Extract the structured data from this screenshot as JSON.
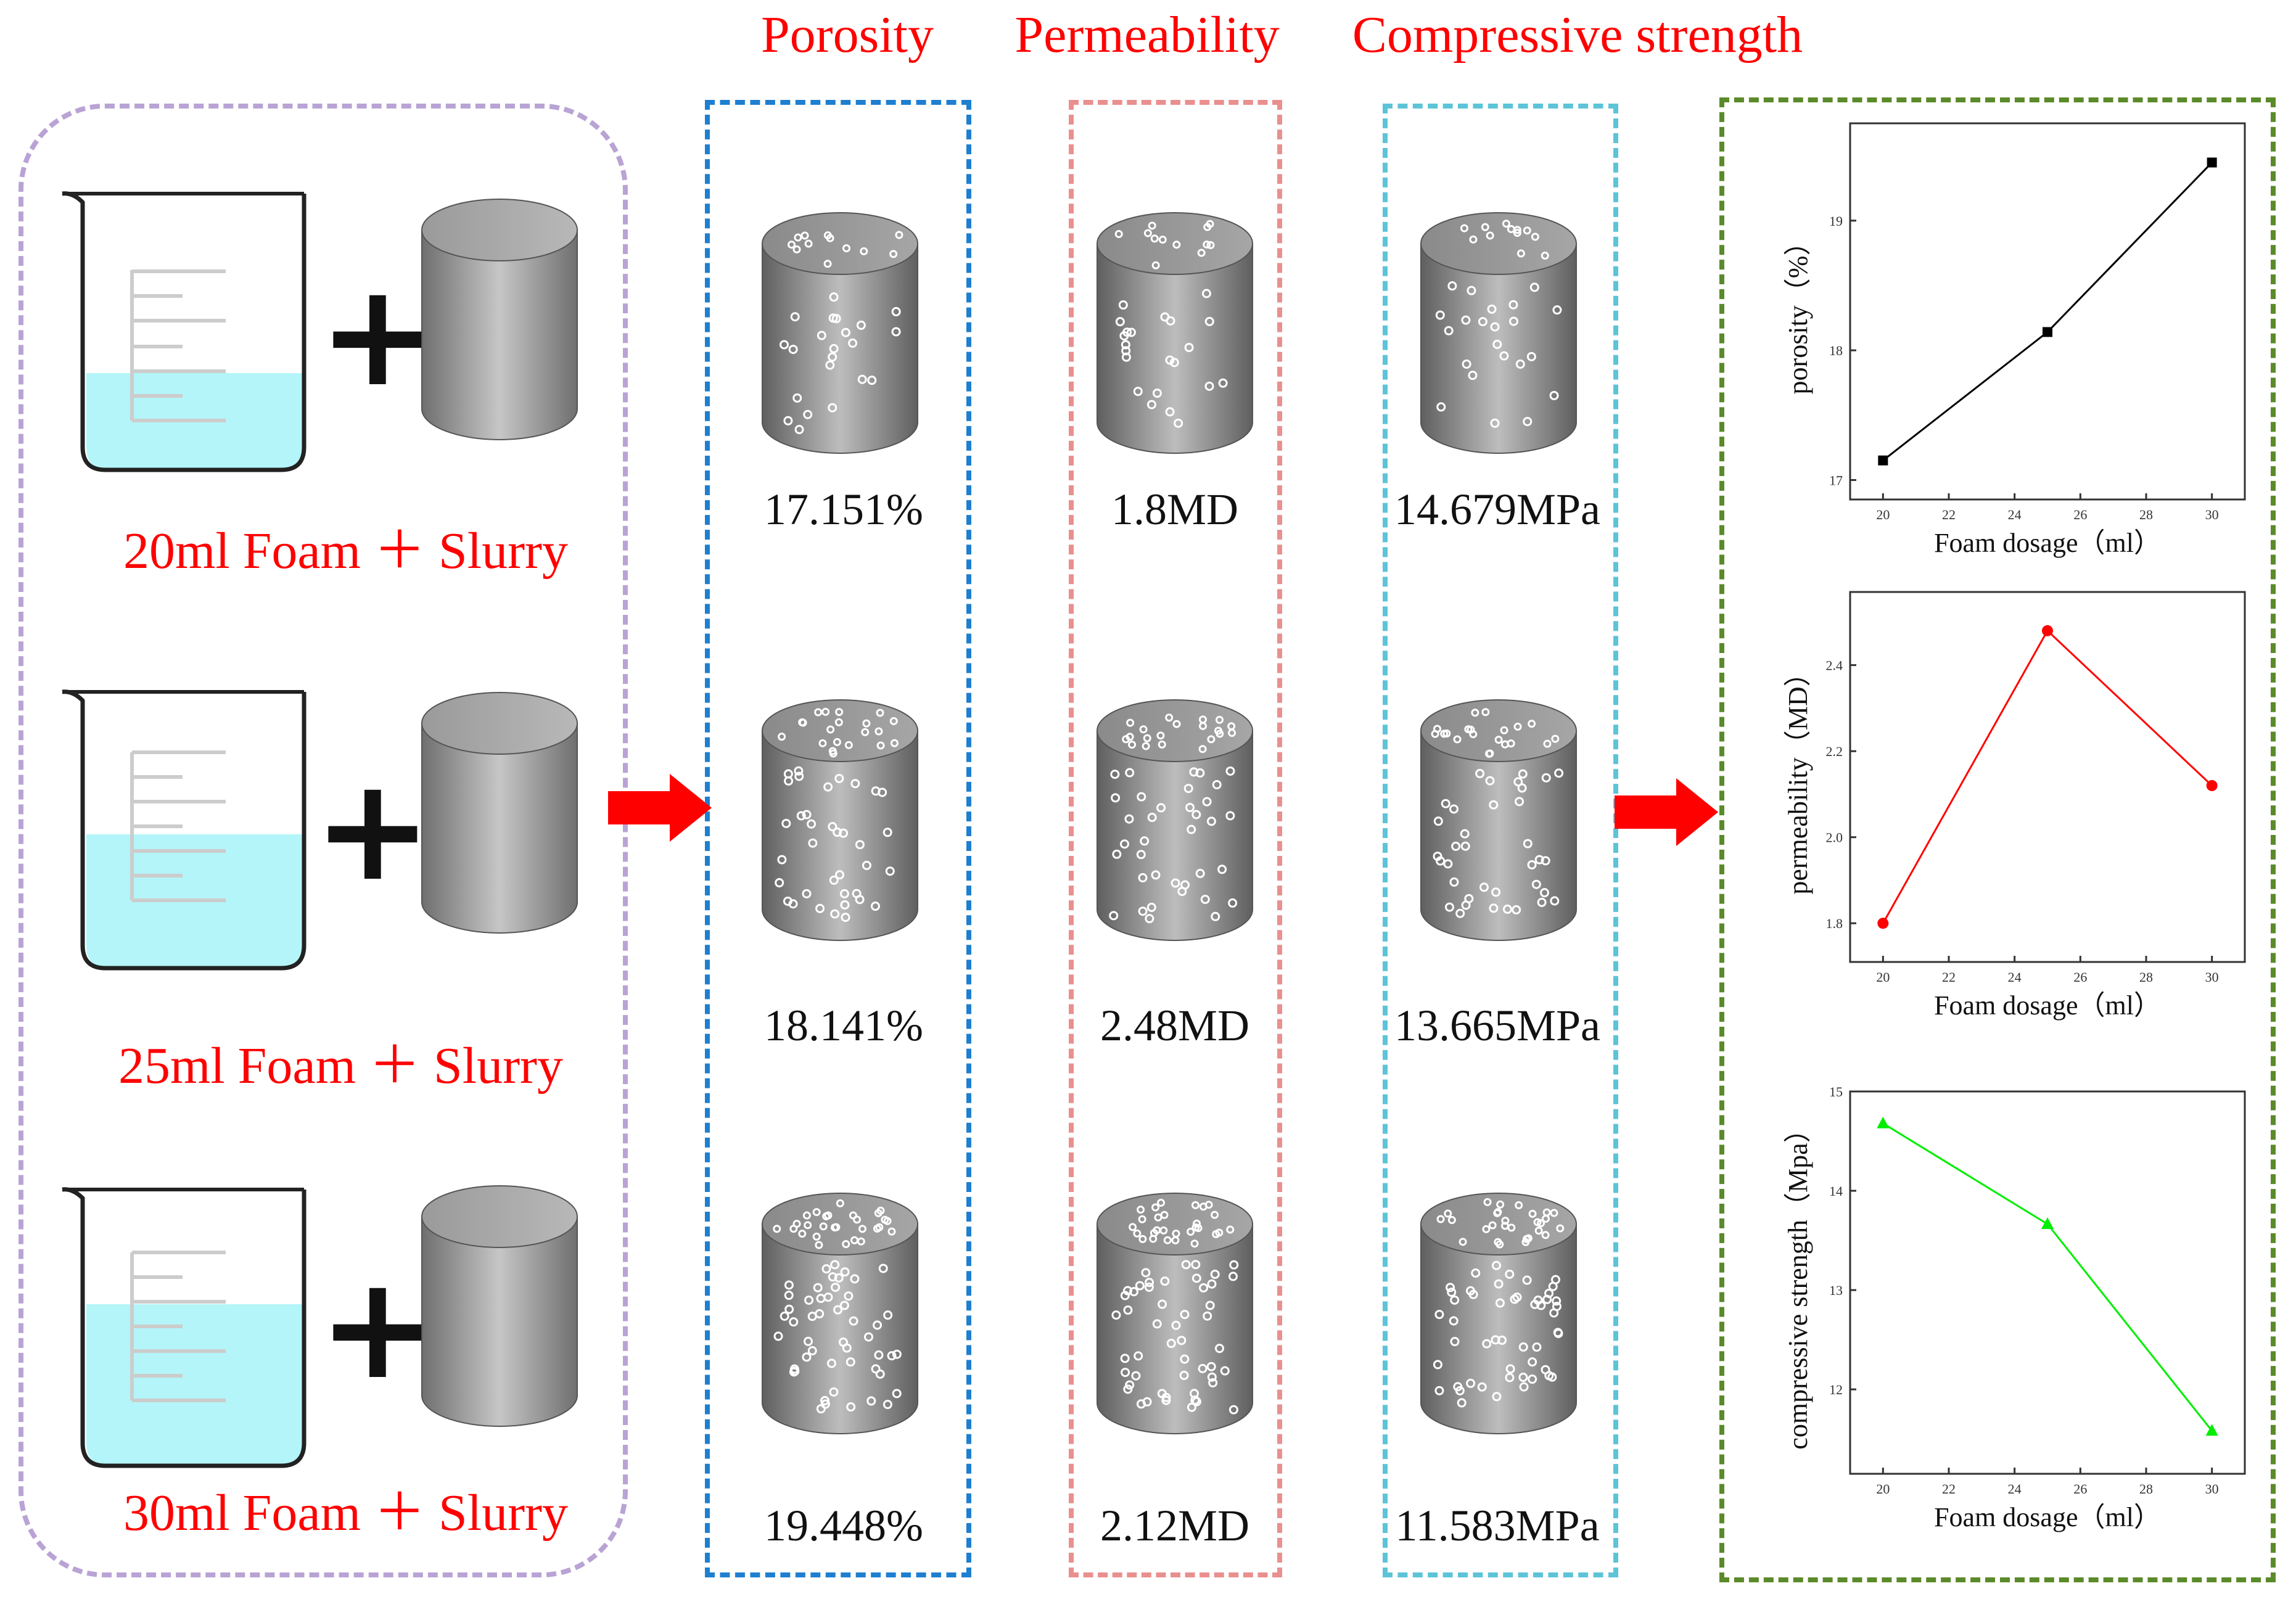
{
  "headers": {
    "porosity": "Porosity",
    "permeability": "Permeability",
    "compressive": "Compressive strength"
  },
  "mixtures": [
    {
      "label": "20ml Foam ＋ Slurry"
    },
    {
      "label": "25ml Foam ＋ Slurry"
    },
    {
      "label": "30ml Foam ＋ Slurry"
    }
  ],
  "porosity_values": [
    "17.151%",
    "18.141%",
    "19.448%"
  ],
  "permeability_values": [
    "1.8MD",
    "2.48MD",
    "2.12MD"
  ],
  "compressive_values": [
    "14.679MPa",
    "13.665MPa",
    "11.583MPa"
  ],
  "colors": {
    "mix_box": "#b9a3d4",
    "porosity_box": "#1e7fd0",
    "permeability_box": "#ea8f8f",
    "compressive_box": "#5dc4d8",
    "charts_box": "#5a8a2a",
    "arrow": "#ff0000",
    "water": "#b4f5f9",
    "label_red": "#ff0000"
  },
  "icons": {
    "arrow": "right-arrow-icon",
    "beaker": "beaker-icon",
    "cylinder": "cylinder-icon",
    "plus": "plus-icon"
  },
  "chart_data": [
    {
      "type": "line",
      "x": [
        20,
        25,
        30
      ],
      "values": [
        17.151,
        18.141,
        19.448
      ],
      "xlabel": "Foam dosage（ml）",
      "ylabel": "porosity（%）",
      "xlim": [
        19,
        31
      ],
      "ylim": [
        16.85,
        19.75
      ],
      "xticks": [
        "20",
        "22",
        "24",
        "26",
        "28",
        "30"
      ],
      "yticks": [
        "17",
        "18",
        "19"
      ],
      "color": "#000000",
      "marker": "square"
    },
    {
      "type": "line",
      "x": [
        20,
        25,
        30
      ],
      "values": [
        1.8,
        2.48,
        2.12
      ],
      "xlabel": "Foam dosage（ml）",
      "ylabel": "permeability（MD）",
      "xlim": [
        19,
        31
      ],
      "ylim": [
        1.71,
        2.57
      ],
      "xticks": [
        "20",
        "22",
        "24",
        "26",
        "28",
        "30"
      ],
      "yticks": [
        "1.8",
        "2.0",
        "2.2",
        "2.4"
      ],
      "color": "#ff0000",
      "marker": "circle"
    },
    {
      "type": "line",
      "x": [
        20,
        25,
        30
      ],
      "values": [
        14.679,
        13.665,
        11.583
      ],
      "xlabel": "Foam dosage（ml）",
      "ylabel": "compressive strength（Mpa）",
      "xlim": [
        19,
        31
      ],
      "ylim": [
        11.15,
        15.0
      ],
      "xticks": [
        "20",
        "22",
        "24",
        "26",
        "28",
        "30"
      ],
      "yticks": [
        "12",
        "13",
        "14",
        "15"
      ],
      "color": "#00ee00",
      "marker": "triangle"
    }
  ]
}
